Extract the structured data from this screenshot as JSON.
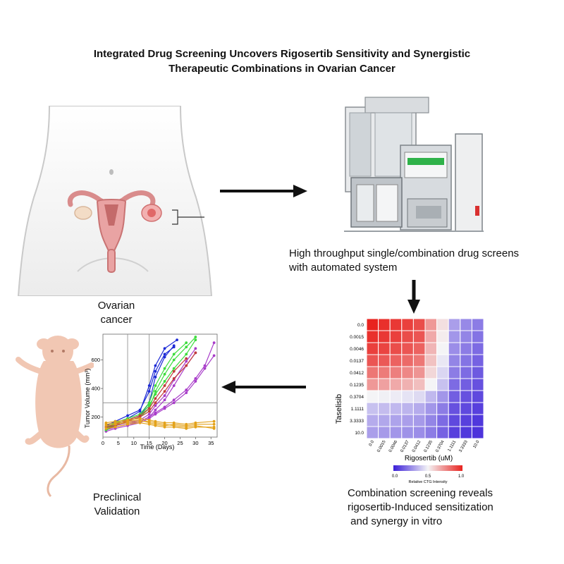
{
  "title": {
    "line1": "Integrated Drug Screening Uncovers Rigosertib Sensitivity and Synergistic",
    "line2": "Therapeutic Combinations  in Ovarian Cancer"
  },
  "steps": {
    "ovarian": {
      "line1": "Ovarian",
      "line2": "cancer"
    },
    "screens": {
      "line1": "High throughput single/combination drug screens",
      "line2": "with automated system"
    },
    "combination": {
      "line1": "Combination screening reveals",
      "line2": "rigosertib-Induced sensitization",
      "line3": " and synergy in vitro"
    },
    "preclinical": {
      "line1": "Preclinical",
      "line2": "Validation"
    }
  },
  "heatmap": {
    "ylabel": "Taselisib",
    "xlabel": "Rigosertib (uM)",
    "row_labels": [
      "0.0",
      "0.0015",
      "0.0046",
      "0.0137",
      "0.0412",
      "0.1235",
      "0.3704",
      "1.1111",
      "3.3333",
      "10.0"
    ],
    "col_labels": [
      "0.0",
      "0.0015",
      "0.0046",
      "0.0137",
      "0.0412",
      "0.1235",
      "0.3704",
      "1.1111",
      "3.3333",
      "10.0"
    ],
    "legend": {
      "min": "0.0",
      "mid": "0.5",
      "max": "1.0",
      "label": "Relative CTG Intensity"
    },
    "values": [
      [
        1.0,
        0.97,
        0.95,
        0.93,
        0.9,
        0.72,
        0.55,
        0.3,
        0.25,
        0.22
      ],
      [
        0.97,
        0.95,
        0.93,
        0.9,
        0.88,
        0.68,
        0.52,
        0.28,
        0.24,
        0.2
      ],
      [
        0.93,
        0.92,
        0.9,
        0.88,
        0.85,
        0.65,
        0.5,
        0.26,
        0.22,
        0.18
      ],
      [
        0.88,
        0.87,
        0.85,
        0.83,
        0.8,
        0.62,
        0.47,
        0.24,
        0.2,
        0.16
      ],
      [
        0.8,
        0.79,
        0.78,
        0.76,
        0.73,
        0.57,
        0.43,
        0.22,
        0.18,
        0.14
      ],
      [
        0.72,
        0.7,
        0.68,
        0.66,
        0.63,
        0.5,
        0.38,
        0.18,
        0.15,
        0.12
      ],
      [
        0.5,
        0.49,
        0.48,
        0.46,
        0.44,
        0.36,
        0.28,
        0.15,
        0.12,
        0.1
      ],
      [
        0.38,
        0.37,
        0.36,
        0.35,
        0.33,
        0.28,
        0.22,
        0.12,
        0.1,
        0.08
      ],
      [
        0.33,
        0.32,
        0.31,
        0.3,
        0.29,
        0.24,
        0.18,
        0.1,
        0.08,
        0.06
      ],
      [
        0.3,
        0.29,
        0.28,
        0.27,
        0.26,
        0.22,
        0.16,
        0.08,
        0.06,
        0.05
      ]
    ]
  },
  "chart_data": {
    "type": "line",
    "xlabel": "Time (Days)",
    "ylabel": "Tumor Volume (mm³)",
    "xlim": [
      0,
      37
    ],
    "ylim": [
      60,
      780
    ],
    "xticks": [
      0,
      5,
      10,
      15,
      20,
      25,
      30,
      35
    ],
    "yticks": [
      200,
      400,
      600
    ],
    "reference_lines": {
      "x": [
        8,
        15
      ],
      "y": [
        300
      ]
    },
    "series": [
      {
        "color": "#1e2bd6",
        "x": [
          1,
          4,
          8,
          12,
          15,
          17,
          20,
          24
        ],
        "y": [
          130,
          160,
          190,
          240,
          420,
          560,
          680,
          740
        ]
      },
      {
        "color": "#1e2bd6",
        "x": [
          1,
          4,
          8,
          12,
          15,
          17,
          20,
          23
        ],
        "y": [
          120,
          150,
          180,
          210,
          300,
          480,
          620,
          700
        ]
      },
      {
        "color": "#1e2bd6",
        "x": [
          1,
          4,
          8,
          12,
          15,
          17,
          20,
          23
        ],
        "y": [
          140,
          170,
          210,
          250,
          380,
          520,
          640,
          690
        ]
      },
      {
        "color": "#a83cc9",
        "x": [
          1,
          4,
          8,
          12,
          15,
          17,
          20,
          23,
          27,
          30
        ],
        "y": [
          110,
          130,
          150,
          170,
          200,
          250,
          320,
          420,
          560,
          650
        ]
      },
      {
        "color": "#a83cc9",
        "x": [
          1,
          4,
          8,
          12,
          15,
          17,
          20,
          23,
          27,
          30
        ],
        "y": [
          120,
          140,
          160,
          180,
          220,
          280,
          350,
          460,
          590,
          680
        ]
      },
      {
        "color": "#a83cc9",
        "x": [
          1,
          4,
          8,
          12,
          15,
          17,
          20,
          23,
          27,
          30,
          33,
          36
        ],
        "y": [
          100,
          120,
          140,
          160,
          190,
          220,
          260,
          300,
          370,
          450,
          540,
          630
        ]
      },
      {
        "color": "#a83cc9",
        "x": [
          1,
          4,
          8,
          12,
          15,
          17,
          20,
          23,
          27,
          30,
          33,
          36
        ],
        "y": [
          110,
          130,
          150,
          170,
          200,
          230,
          270,
          320,
          390,
          470,
          560,
          720
        ]
      },
      {
        "color": "#3ddc3d",
        "x": [
          1,
          4,
          8,
          12,
          15,
          17,
          20,
          23,
          27,
          30
        ],
        "y": [
          110,
          140,
          170,
          200,
          260,
          380,
          500,
          600,
          690,
          760
        ]
      },
      {
        "color": "#3ddc3d",
        "x": [
          1,
          4,
          8,
          12,
          15,
          17,
          20,
          23,
          27,
          30
        ],
        "y": [
          120,
          150,
          180,
          210,
          280,
          360,
          450,
          540,
          640,
          740
        ]
      },
      {
        "color": "#3ddc3d",
        "x": [
          1,
          4,
          8,
          12,
          15,
          17,
          20,
          23,
          27
        ],
        "y": [
          130,
          160,
          190,
          220,
          300,
          420,
          540,
          640,
          720
        ]
      },
      {
        "color": "#c23b3b",
        "x": [
          1,
          4,
          8,
          12,
          15,
          17,
          20,
          23,
          27,
          30
        ],
        "y": [
          120,
          140,
          170,
          200,
          240,
          300,
          380,
          470,
          560,
          650
        ]
      },
      {
        "color": "#c23b3b",
        "x": [
          1,
          4,
          8,
          12,
          15,
          17,
          20,
          23,
          27
        ],
        "y": [
          130,
          150,
          180,
          210,
          260,
          330,
          420,
          520,
          610
        ]
      },
      {
        "color": "#e3a21a",
        "x": [
          1,
          4,
          8,
          12,
          15,
          17,
          20,
          23,
          27,
          30,
          36
        ],
        "y": [
          150,
          160,
          170,
          180,
          160,
          150,
          140,
          150,
          140,
          150,
          150
        ]
      },
      {
        "color": "#e3a21a",
        "x": [
          1,
          4,
          8,
          12,
          15,
          17,
          20,
          23,
          27,
          30,
          36
        ],
        "y": [
          140,
          150,
          160,
          170,
          170,
          160,
          150,
          140,
          130,
          140,
          120
        ]
      },
      {
        "color": "#e3a21a",
        "x": [
          1,
          4,
          8,
          12,
          15,
          17,
          20,
          23,
          27,
          30,
          36
        ],
        "y": [
          120,
          130,
          150,
          160,
          150,
          140,
          130,
          130,
          120,
          130,
          130
        ]
      },
      {
        "color": "#e3a21a",
        "x": [
          1,
          4,
          8,
          12,
          15,
          17,
          20,
          23,
          27,
          30,
          36
        ],
        "y": [
          160,
          170,
          180,
          190,
          180,
          170,
          160,
          160,
          150,
          160,
          170
        ]
      }
    ]
  }
}
